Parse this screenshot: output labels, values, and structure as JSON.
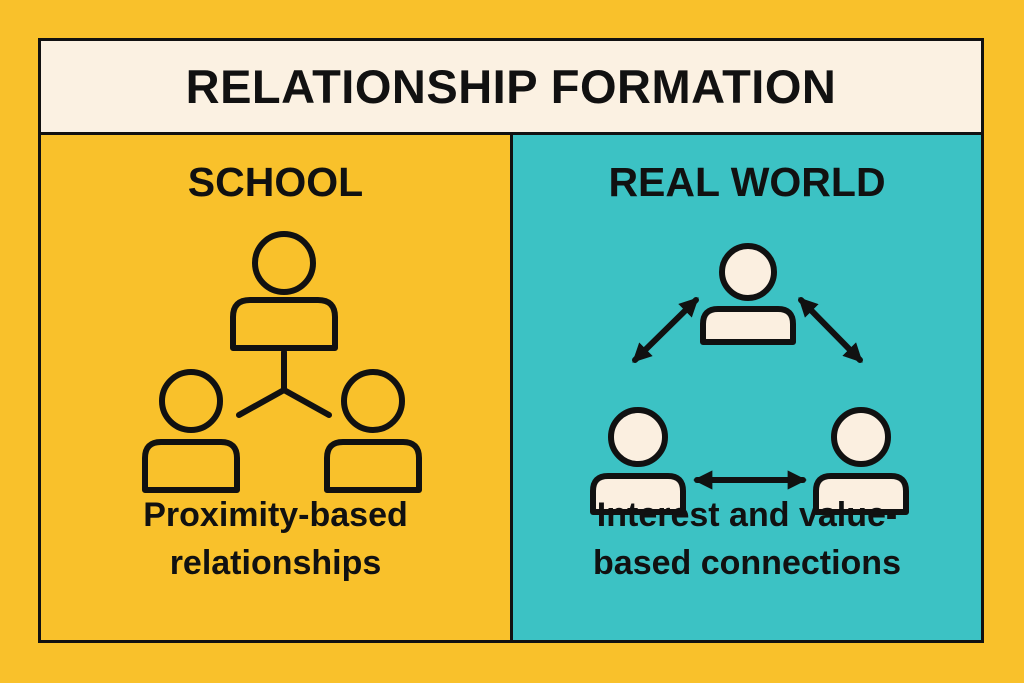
{
  "title": "RELATIONSHIP FORMATION",
  "panels": {
    "school": {
      "heading": "SCHOOL",
      "caption_line1": "Proximity-based",
      "caption_line2": "relationships",
      "background": "#F9C12B",
      "icon": "connected-people-icon"
    },
    "real_world": {
      "heading": "REAL WORLD",
      "caption_line1": "Interest and value-",
      "caption_line2": "based connections",
      "background": "#3CC2C4",
      "icon": "mutual-connections-icon"
    }
  },
  "colors": {
    "outer_background": "#F9C12B",
    "title_background": "#FBF1E2",
    "person_fill_real_world": "#FBEFE0",
    "outline": "#111111"
  }
}
